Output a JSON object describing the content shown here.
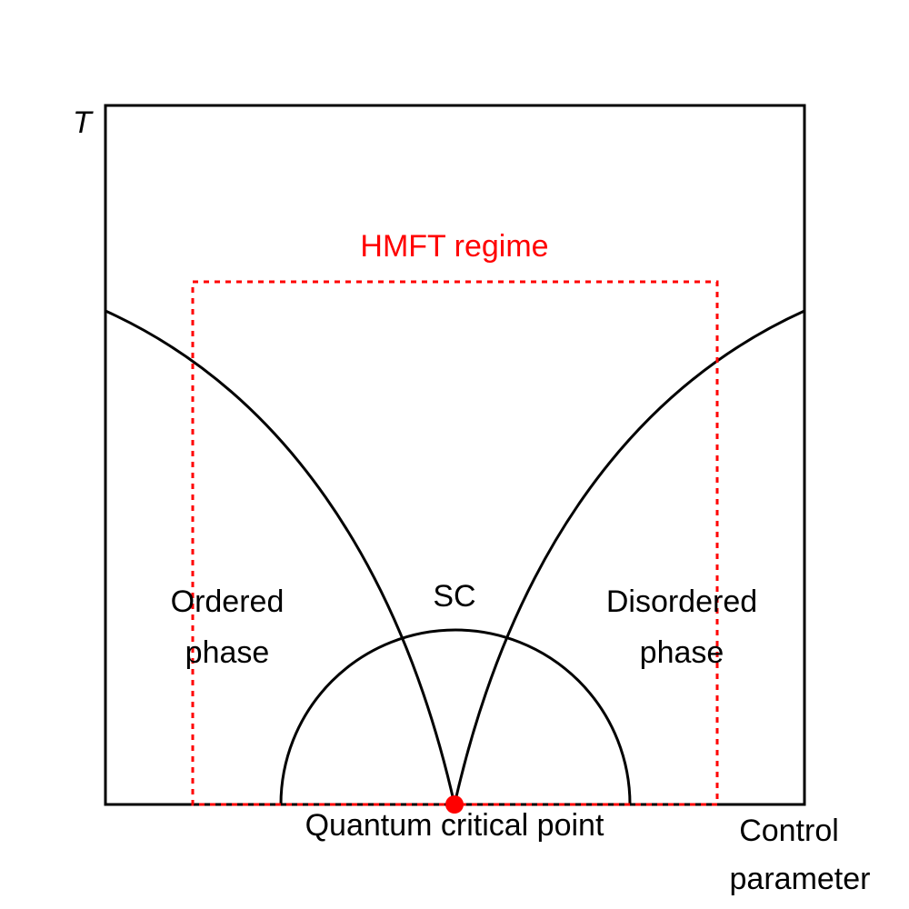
{
  "axes": {
    "y_label": "T",
    "x_label_line1": "Control",
    "x_label_line2": "parameter"
  },
  "regime": {
    "label": "HMFT regime",
    "color": "#ff0000"
  },
  "phases": {
    "ordered_line1": "Ordered",
    "ordered_line2": "phase",
    "disordered_line1": "Disordered",
    "disordered_line2": "phase",
    "sc": "SC"
  },
  "critical_point": {
    "label": "Quantum critical point",
    "color": "#ff0000"
  },
  "colors": {
    "lines": "#000000",
    "background": "#ffffff"
  }
}
